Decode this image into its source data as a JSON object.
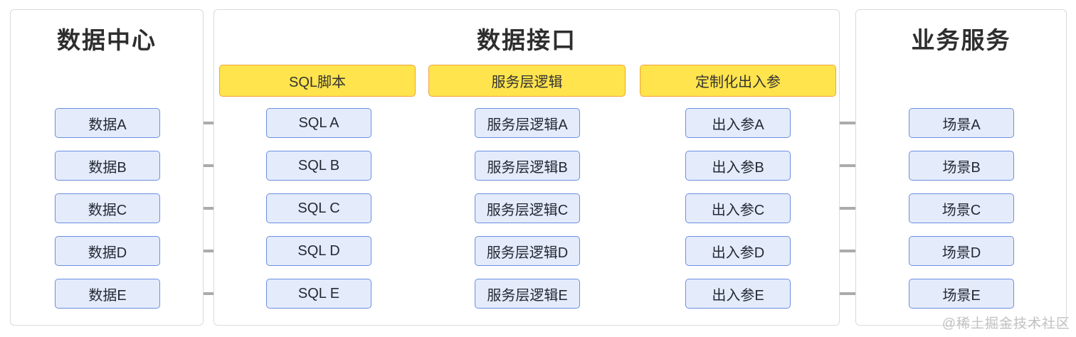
{
  "panels": {
    "data_center": {
      "title": "数据中心",
      "items": [
        "数据A",
        "数据B",
        "数据C",
        "数据D",
        "数据E"
      ]
    },
    "data_interface": {
      "title": "数据接口",
      "headers": [
        "SQL脚本",
        "服务层逻辑",
        "定制化出入参"
      ],
      "columns": [
        {
          "name": "sql-scripts",
          "items": [
            "SQL A",
            "SQL B",
            "SQL C",
            "SQL D",
            "SQL E"
          ]
        },
        {
          "name": "service-logic",
          "items": [
            "服务层逻辑A",
            "服务层逻辑B",
            "服务层逻辑C",
            "服务层逻辑D",
            "服务层逻辑E"
          ]
        },
        {
          "name": "io-params",
          "items": [
            "出入参A",
            "出入参B",
            "出入参C",
            "出入参D",
            "出入参E"
          ]
        }
      ]
    },
    "business_service": {
      "title": "业务服务",
      "items": [
        "场景A",
        "场景B",
        "场景C",
        "场景D",
        "场景E"
      ]
    }
  },
  "watermark": "@稀土掘金技术社区",
  "colors": {
    "node_fill": "#e4ebfb",
    "node_border": "#6c8fe0",
    "header_fill": "#ffe44d",
    "header_border": "#f2a33c",
    "arrow": "#ababab",
    "panel_border": "#dadada",
    "title_text": "#2e2e2e",
    "watermark_text": "#c1c1c1"
  }
}
